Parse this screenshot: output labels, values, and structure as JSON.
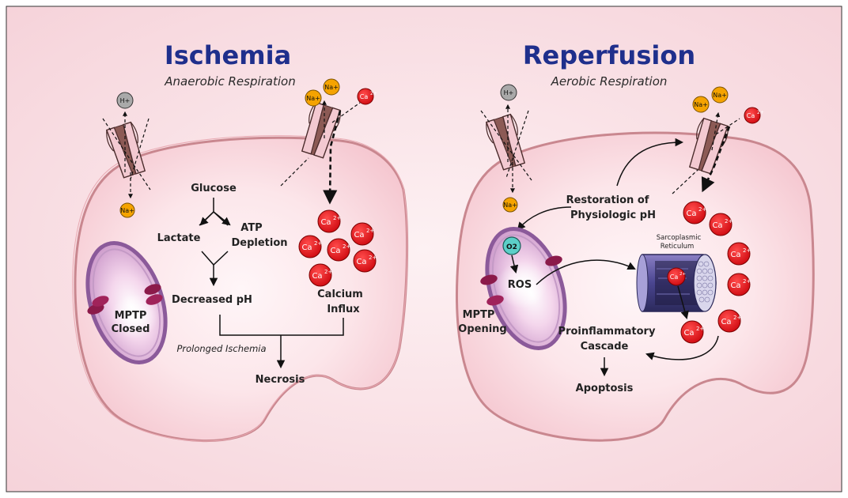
{
  "panels": {
    "left": {
      "title": "Ischemia",
      "subtitle": "Anaerobic Respiration",
      "mitochondria_label_1": "MPTP",
      "mitochondria_label_2": "Closed",
      "glucose": "Glucose",
      "lactate": "Lactate",
      "atp_1": "ATP",
      "atp_2": "Depletion",
      "decreased_ph": "Decreased pH",
      "calcium_1": "Calcium",
      "calcium_2": "Influx",
      "prolonged": "Prolonged Ischemia",
      "necrosis": "Necrosis"
    },
    "right": {
      "title": "Reperfusion",
      "subtitle": "Aerobic Respiration",
      "restoration_1": "Restoration of",
      "restoration_2": "Physiologic pH",
      "o2": "O2",
      "ros": "ROS",
      "mptp_1": "MPTP",
      "mptp_2": "Opening",
      "sr_1": "Sarcoplasmic",
      "sr_2": "Reticulum",
      "proinflammatory_1": "Proinflammatory",
      "proinflammatory_2": "Cascade",
      "apoptosis": "Apoptosis"
    }
  },
  "ions": {
    "hydrogen": "H+",
    "sodium": "Na+",
    "calcium": "Ca",
    "calcium_charge": "2+"
  },
  "colors": {
    "title": "#1f2f8c",
    "cell_fill": "#fbdde3",
    "calcium": "#e8141b",
    "sodium": "#f5a300",
    "hydrogen": "#a9a9a9",
    "oxygen": "#5ccfc8",
    "channel_pink": "#f3c9d1",
    "channel_brown": "#8c5a55",
    "mito_purple": "#8b5a9a",
    "reticulum": "#3c3a78"
  }
}
